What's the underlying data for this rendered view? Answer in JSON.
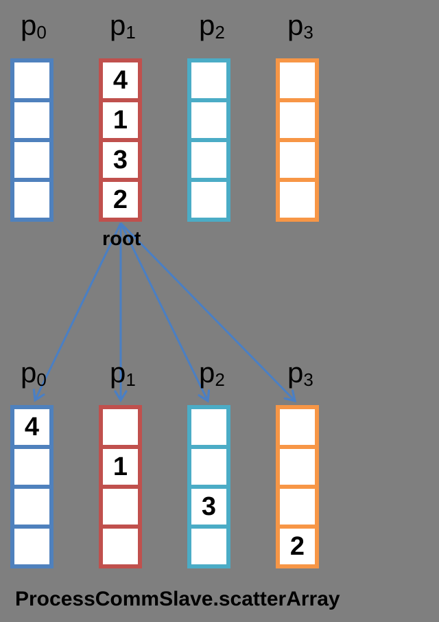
{
  "caption": "ProcessCommSlave.scatterArray",
  "root_label": "root",
  "colors": {
    "background": "#7F7F7F",
    "cell_fill": "#FFFFFF",
    "text": "#000000",
    "blue": "#4F81BD",
    "red": "#C0504D",
    "cyan": "#4BACC6",
    "orange": "#F79646",
    "arrow": "#4A7FC4"
  },
  "top": {
    "processes": [
      {
        "label": "p",
        "sub": "0",
        "color": "blue",
        "cells": [
          "",
          "",
          "",
          ""
        ]
      },
      {
        "label": "p",
        "sub": "1",
        "color": "red",
        "cells": [
          "4",
          "1",
          "3",
          "2"
        ]
      },
      {
        "label": "p",
        "sub": "2",
        "color": "cyan",
        "cells": [
          "",
          "",
          "",
          ""
        ]
      },
      {
        "label": "p",
        "sub": "3",
        "color": "orange",
        "cells": [
          "",
          "",
          "",
          ""
        ]
      }
    ]
  },
  "bottom": {
    "processes": [
      {
        "label": "p",
        "sub": "0",
        "color": "blue",
        "cells": [
          "4",
          "",
          "",
          ""
        ]
      },
      {
        "label": "p",
        "sub": "1",
        "color": "red",
        "cells": [
          "",
          "1",
          "",
          ""
        ]
      },
      {
        "label": "p",
        "sub": "2",
        "color": "cyan",
        "cells": [
          "",
          "",
          "3",
          ""
        ]
      },
      {
        "label": "p",
        "sub": "3",
        "color": "orange",
        "cells": [
          "",
          "",
          "",
          "2"
        ]
      }
    ]
  }
}
